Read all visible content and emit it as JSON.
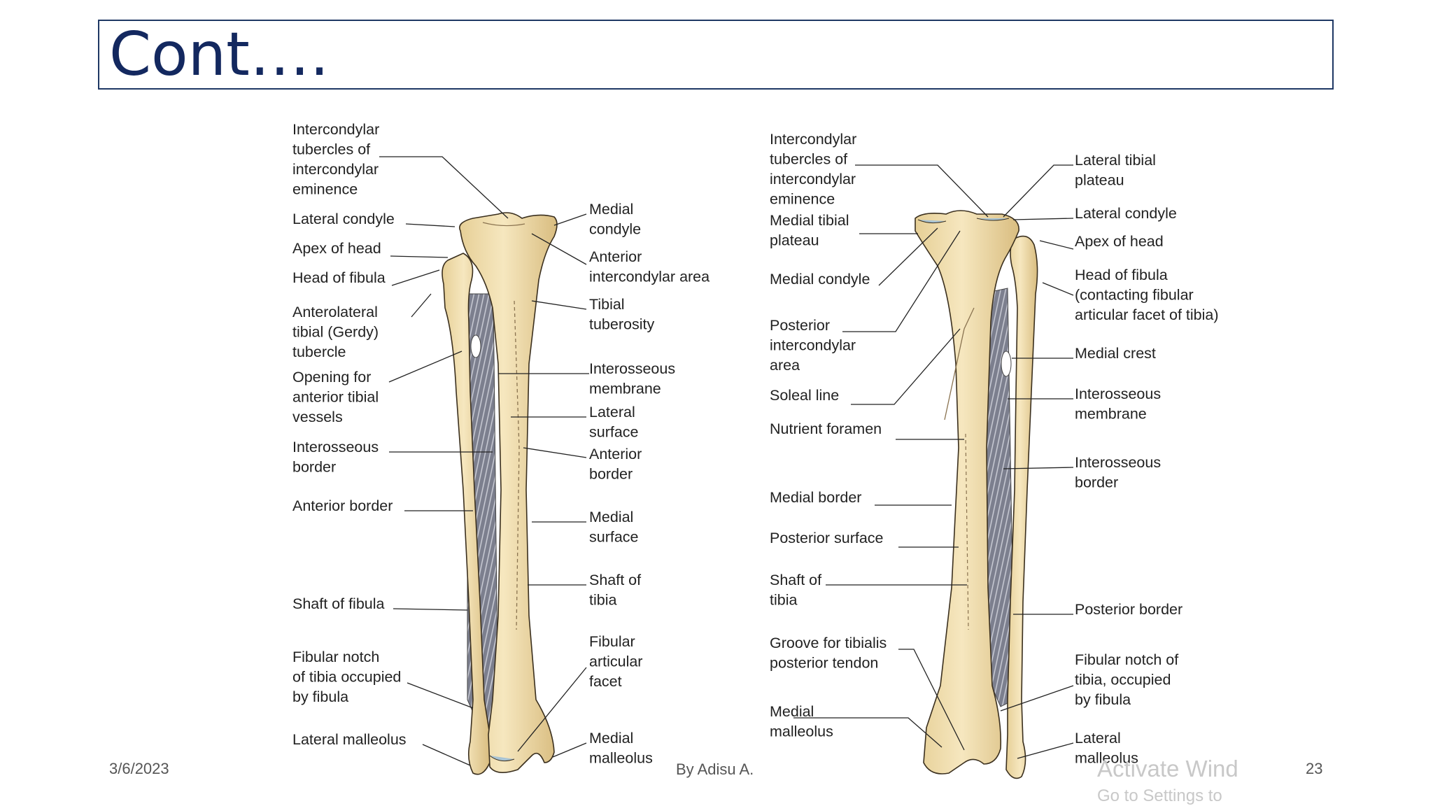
{
  "slide": {
    "title": "Cont….",
    "date": "3/6/2023",
    "author": "By Adisu A.",
    "page_number": "23"
  },
  "watermark": {
    "line1": "Activate Wind",
    "line2": "Go to Settings to"
  },
  "figure_left": {
    "labels_left": [
      [
        "Intercondylar",
        "tubercles of",
        "intercondylar",
        "eminence"
      ],
      [
        "Lateral condyle"
      ],
      [
        "Apex of head"
      ],
      [
        "Head of fibula"
      ],
      [
        "Anterolateral",
        "tibial (Gerdy)",
        "tubercle"
      ],
      [
        "Opening for",
        "anterior tibial",
        "vessels"
      ],
      [
        "Interosseous",
        "border"
      ],
      [
        "Anterior border"
      ],
      [
        "Shaft of fibula"
      ],
      [
        "Fibular notch",
        "of tibia occupied",
        "by fibula"
      ],
      [
        "Lateral malleolus"
      ]
    ],
    "labels_right": [
      [
        "Medial",
        "condyle"
      ],
      [
        "Anterior",
        "intercondylar area"
      ],
      [
        "Tibial",
        "tuberosity"
      ],
      [
        "Interosseous",
        "membrane"
      ],
      [
        "Lateral",
        "surface"
      ],
      [
        "Anterior",
        "border"
      ],
      [
        "Medial",
        "surface"
      ],
      [
        "Shaft of",
        "tibia"
      ],
      [
        "Fibular",
        "articular",
        "facet"
      ],
      [
        "Medial",
        "malleolus"
      ]
    ]
  },
  "figure_right": {
    "labels_left": [
      [
        "Intercondylar",
        "tubercles of",
        "intercondylar",
        "eminence"
      ],
      [
        "Medial tibial",
        "plateau"
      ],
      [
        "Medial condyle"
      ],
      [
        "Posterior",
        "intercondylar",
        "area"
      ],
      [
        "Soleal line"
      ],
      [
        "Nutrient foramen"
      ],
      [
        "Medial border"
      ],
      [
        "Posterior surface"
      ],
      [
        "Shaft of",
        "tibia"
      ],
      [
        "Groove for tibialis",
        "posterior tendon"
      ],
      [
        "Medial",
        "malleolus"
      ]
    ],
    "labels_right": [
      [
        "Lateral tibial",
        "plateau"
      ],
      [
        "Lateral condyle"
      ],
      [
        "Apex of head"
      ],
      [
        "Head of fibula",
        "(contacting fibular",
        "articular facet of tibia)"
      ],
      [
        "Medial crest"
      ],
      [
        "Interosseous",
        "membrane"
      ],
      [
        "Interosseous",
        "border"
      ],
      [
        "Posterior border"
      ],
      [
        "Fibular notch of",
        "tibia, occupied",
        "by fibula"
      ],
      [
        "Lateral",
        "malleolus"
      ]
    ]
  },
  "colors": {
    "bone": "#f0dcaa",
    "bone_shade": "#c9a86a",
    "membrane": "#7c7f8e",
    "cartilage": "#a9c4d4",
    "title": "#13285f"
  }
}
